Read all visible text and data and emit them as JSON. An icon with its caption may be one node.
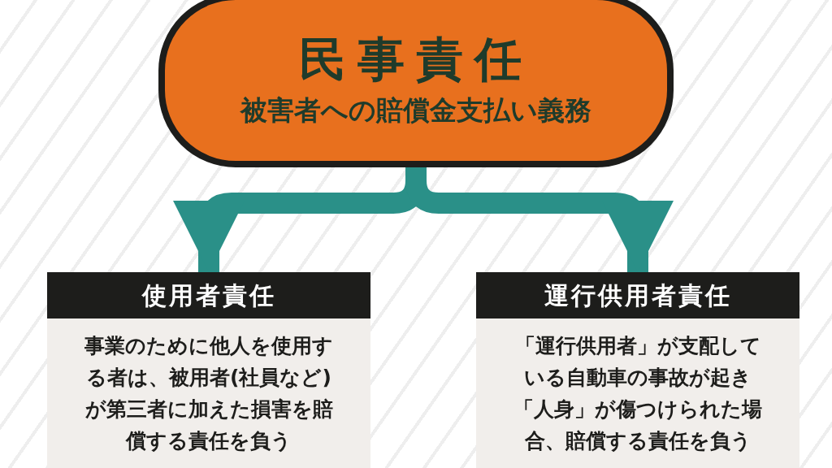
{
  "diagram": {
    "nodes": [
      {
        "text": [
          "民事責任",
          "被害者への賠償金支払い義務"
        ]
      },
      {
        "text": [
          "使用者責任",
          "事業のために他人を使用する者は、被用者(社員など)が第三者に加えた損害を賠償する責任を負う"
        ]
      },
      {
        "text": [
          "運行供用者責任",
          "「運行供用者」が支配している自動車の事故が起き「人身」が傷つけられた場合、賠償する責任を負う"
        ]
      }
    ],
    "edges": [
      {
        "from": 0,
        "to": 1,
        "arrow": "to"
      },
      {
        "from": 0,
        "to": 2,
        "arrow": "to"
      }
    ]
  }
}
